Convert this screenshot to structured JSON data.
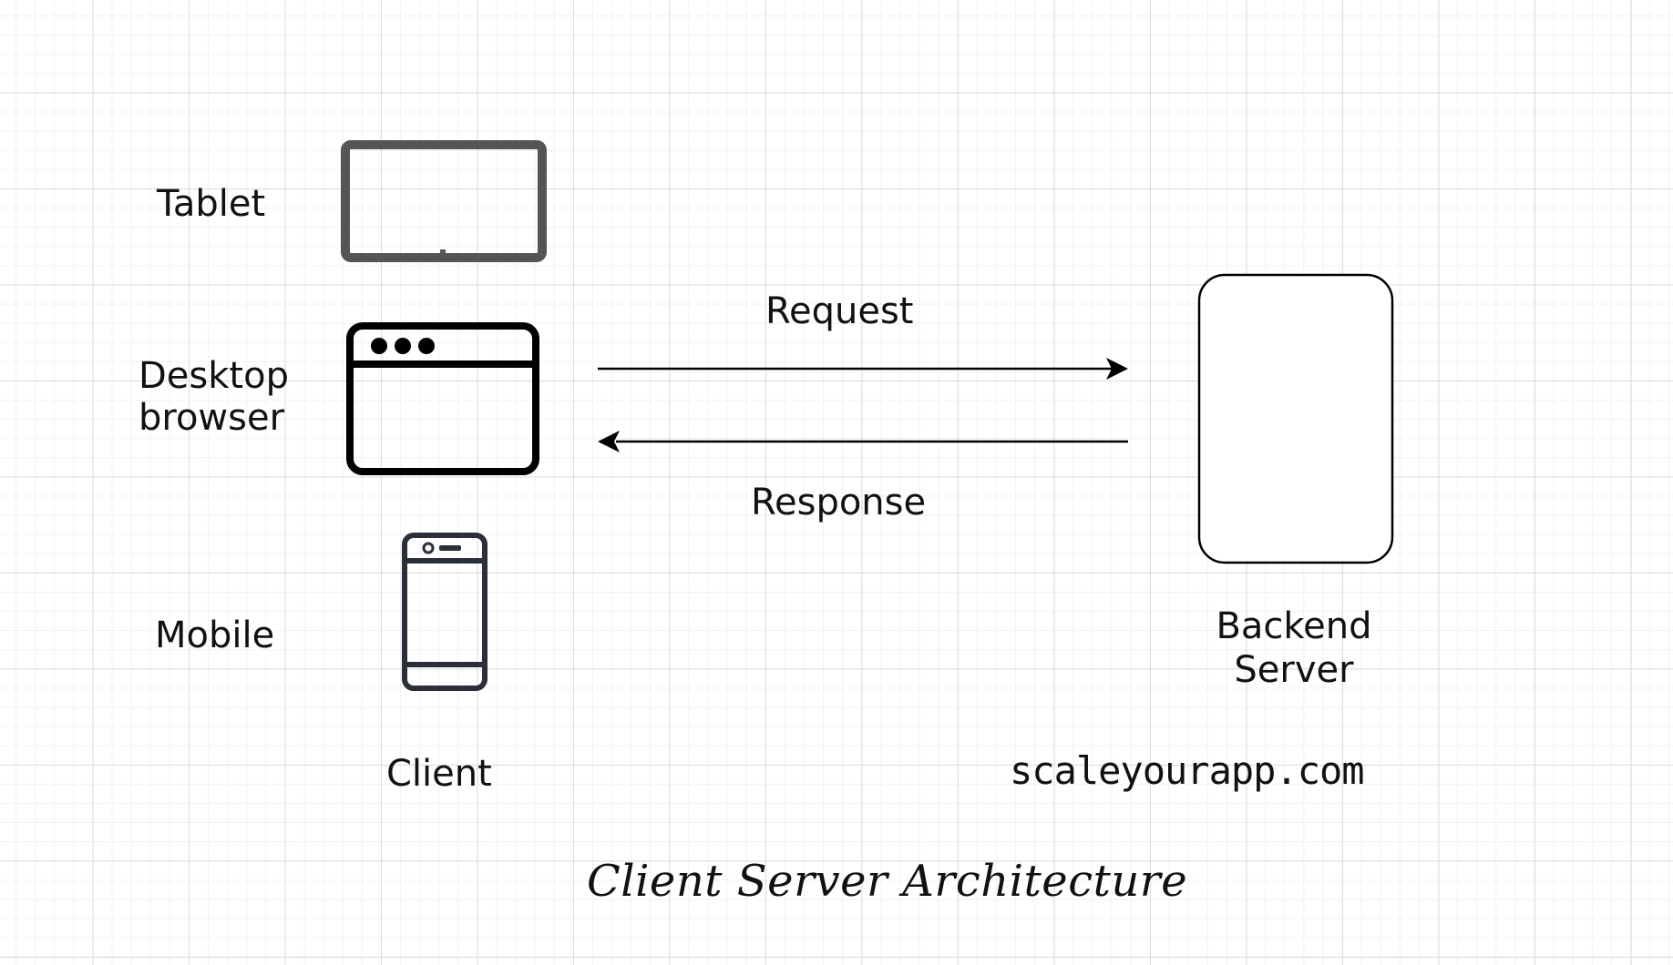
{
  "diagram": {
    "title": "Client Server Architecture",
    "watermark": "scaleyourapp.com",
    "client_group_label": "Client",
    "devices": [
      {
        "label": "Tablet",
        "icon": "tablet-icon"
      },
      {
        "label_line1": "Desktop",
        "label_line2": "browser",
        "icon": "browser-window-icon"
      },
      {
        "label": "Mobile",
        "icon": "mobile-phone-icon"
      }
    ],
    "server": {
      "label_line1": "Backend",
      "label_line2": "Server"
    },
    "edges": [
      {
        "label": "Request",
        "from": "Client",
        "to": "Backend Server"
      },
      {
        "label": "Response",
        "from": "Backend Server",
        "to": "Client"
      }
    ],
    "colors": {
      "tablet_stroke": "#555555",
      "icon_stroke": "#000000",
      "mobile_stroke": "#2a2f3a",
      "grid_major": "#dcdcdc",
      "grid_minor": "#f1f1f1"
    }
  }
}
